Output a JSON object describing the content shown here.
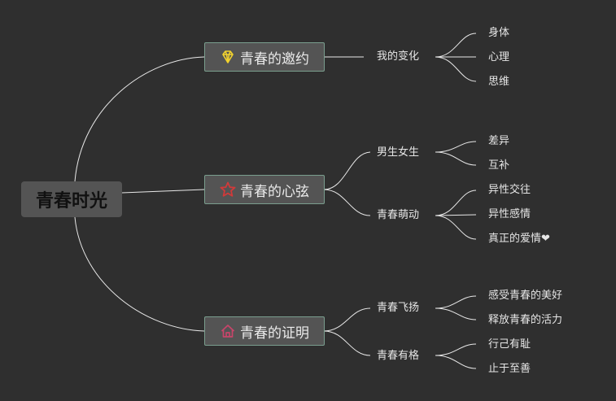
{
  "root": {
    "label": "青春时光"
  },
  "branches": [
    {
      "label": "青春的邀约",
      "icon": "diamond-icon",
      "icon_color": "#f2d22e",
      "subtopics": [
        {
          "label": "我的变化",
          "leaves": [
            "身体",
            "心理",
            "思维"
          ]
        }
      ]
    },
    {
      "label": "青春的心弦",
      "icon": "star-icon",
      "icon_color": "#d03a3a",
      "subtopics": [
        {
          "label": "男生女生",
          "leaves": [
            "差异",
            "互补"
          ]
        },
        {
          "label": "青春萌动",
          "leaves": [
            "异性交往",
            "异性感情",
            "真正的爱情❤"
          ]
        }
      ]
    },
    {
      "label": "青春的证明",
      "icon": "house-icon",
      "icon_color": "#c8456a",
      "subtopics": [
        {
          "label": "青春飞扬",
          "leaves": [
            "感受青春的美好",
            "释放青春的活力"
          ]
        },
        {
          "label": "青春有格",
          "leaves": [
            "行己有耻",
            "止于至善"
          ]
        }
      ]
    }
  ],
  "colors": {
    "background": "#2f2f2f",
    "connector": "#e8e8e8",
    "node_fill": "#545454",
    "node_border": "#7a9e8e"
  }
}
